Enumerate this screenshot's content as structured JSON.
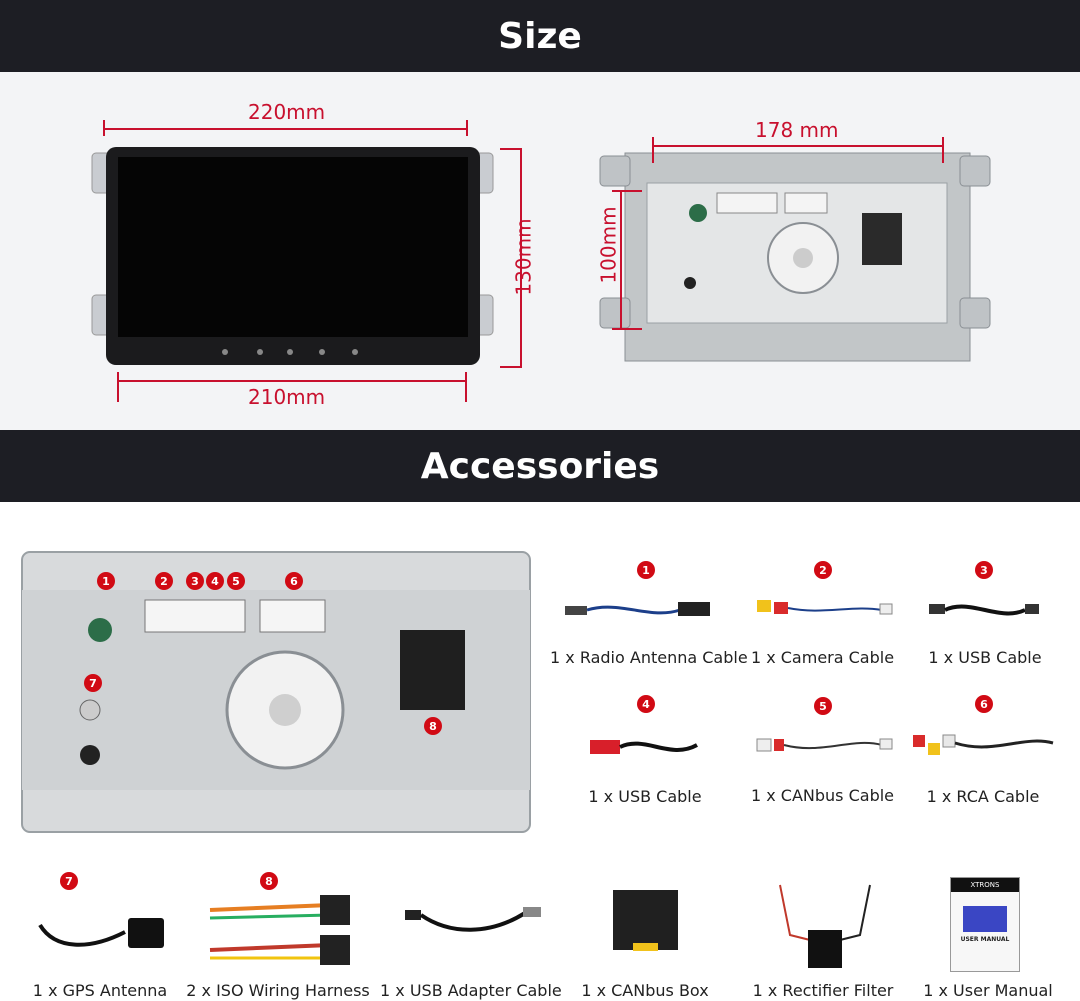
{
  "size_section": {
    "title": "Size",
    "dim_front_top": "220mm",
    "dim_front_bottom": "210mm",
    "dim_front_height": "130mm",
    "dim_back_width": "178 mm",
    "dim_back_height": "100mm"
  },
  "accessories_section": {
    "title": "Accessories",
    "board_badges": [
      "1",
      "2",
      "3",
      "4",
      "5",
      "6",
      "7",
      "8"
    ],
    "items": [
      {
        "num": "1",
        "label": "1 x Radio Antenna Cable"
      },
      {
        "num": "2",
        "label": "1 x Camera Cable"
      },
      {
        "num": "3",
        "label": "1 x USB Cable"
      },
      {
        "num": "4",
        "label": "1 x USB Cable"
      },
      {
        "num": "5",
        "label": "1 x CANbus Cable"
      },
      {
        "num": "6",
        "label": "1 x RCA Cable"
      },
      {
        "num": "7",
        "label": "1 x GPS Antenna"
      },
      {
        "num": "8",
        "label": "2 x ISO Wiring Harness"
      },
      {
        "num": "",
        "label": "1 x USB Adapter Cable"
      },
      {
        "num": "",
        "label": "1 x CANbus Box"
      },
      {
        "num": "",
        "label": "1 x Rectifier Filter"
      },
      {
        "num": "",
        "label": "1 x User Manual"
      }
    ],
    "manual_brand": "XTRONS",
    "manual_title": "USER MANUAL"
  },
  "colors": {
    "banner": "#1d1e24",
    "dimension_red": "#c8102e",
    "badge_red": "#d10a14"
  }
}
